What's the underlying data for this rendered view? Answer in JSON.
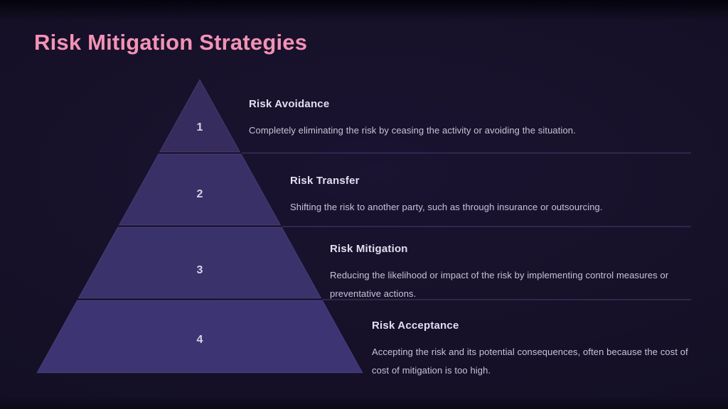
{
  "slide": {
    "title": "Risk Mitigation Strategies"
  },
  "colors": {
    "background": "#141023",
    "title_pink": "#f492b5",
    "heading_text": "#e2def0",
    "body_text": "#c8c3d8",
    "tier_number_text": "#d6d2e6",
    "divider": "#4a4272"
  },
  "pyramid": {
    "tiers": [
      {
        "number": "1",
        "label": "Risk Avoidance",
        "description": "Completely eliminating the risk by ceasing the activity or avoiding the situation.",
        "color": "#362c5e"
      },
      {
        "number": "2",
        "label": "Risk Transfer",
        "description": "Shifting the risk to another party, such as through insurance or outsourcing.",
        "color": "#383066"
      },
      {
        "number": "3",
        "label": "Risk Mitigation",
        "description": "Reducing the likelihood or impact of the risk by implementing control measures or\npreventative actions.",
        "color": "#3a326b"
      },
      {
        "number": "4",
        "label": "Risk Acceptance",
        "description": "Accepting the risk and its potential consequences, often because the cost of\ncost of mitigation is too high.",
        "color": "#3d3473"
      }
    ]
  }
}
